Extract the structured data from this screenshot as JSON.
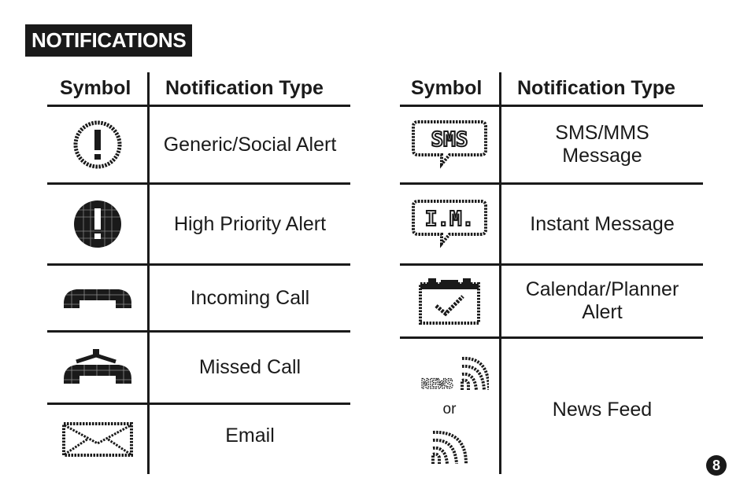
{
  "page": {
    "title": "NOTIFICATIONS",
    "page_number": "8"
  },
  "left_table": {
    "header_symbol": "Symbol",
    "header_type": "Notification Type",
    "rows": [
      {
        "icon": "alert-outline-icon",
        "type": "Generic/Social Alert"
      },
      {
        "icon": "alert-filled-icon",
        "type": "High Priority Alert"
      },
      {
        "icon": "phone-handset-icon",
        "type": "Incoming Call"
      },
      {
        "icon": "missed-call-icon",
        "type": "Missed Call"
      },
      {
        "icon": "envelope-icon",
        "type": "Email"
      }
    ]
  },
  "right_table": {
    "header_symbol": "Symbol",
    "header_type": "Notification Type",
    "rows": [
      {
        "icon": "sms-bubble-icon",
        "icon_text": "SMS",
        "type_line1": "SMS/MMS",
        "type_line2": "Message"
      },
      {
        "icon": "im-bubble-icon",
        "icon_text": "I.M.",
        "type": "Instant Message"
      },
      {
        "icon": "calendar-check-icon",
        "type_line1": "Calendar/Planner",
        "type_line2": "Alert"
      },
      {
        "icon": "news-feed-icon",
        "icon_text": "NEWS",
        "or_text": "or",
        "alt_icon": "rss-feed-icon",
        "type": "News Feed"
      }
    ]
  },
  "colors": {
    "ink": "#1a1a1a",
    "background": "#ffffff"
  }
}
